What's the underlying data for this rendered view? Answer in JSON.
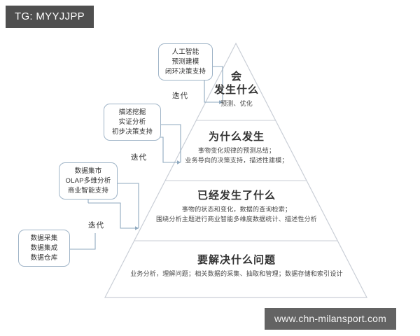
{
  "badge": {
    "label": "TG: MYYJJPP"
  },
  "watermark": {
    "label": "www.chn-milansport.com"
  },
  "pyramid": {
    "tiers": [
      {
        "id": "tier-1",
        "title": "会\n发生什么",
        "subtitle": "预测、优化"
      },
      {
        "id": "tier-2",
        "title": "为什么发生",
        "subtitle": "事物变化规律的预测总结；\n业务导向的决策支持，描述性建模；"
      },
      {
        "id": "tier-3",
        "title": "已经发生了什么",
        "subtitle": "事物的状态和变化，数据的查询检索；\n围绕分析主题进行商业智能多维度数据统计、描述性分析"
      },
      {
        "id": "tier-4",
        "title": "要解决什么问题",
        "subtitle": "业务分析，理解问题；相关数据的采集、抽取和管理；数据存储和索引设计"
      }
    ]
  },
  "callouts": [
    {
      "id": "callout-1",
      "text": "人工智能\n预测建模\n闭环决策支持"
    },
    {
      "id": "callout-2",
      "text": "描述挖掘\n实证分析\n初步决策支持"
    },
    {
      "id": "callout-3",
      "text": "数据集市\nOLAP多维分析\n商业智能支持"
    },
    {
      "id": "callout-4",
      "text": "数据采集\n数据集成\n数据仓库"
    }
  ],
  "iterations": [
    {
      "id": "iter-1",
      "label": "迭代"
    },
    {
      "id": "iter-2",
      "label": "迭代"
    },
    {
      "id": "iter-3",
      "label": "迭代"
    }
  ],
  "colors": {
    "pyramid_stroke": "#c9ced6",
    "callout_stroke": "#9fb4c7",
    "connector": "#8fa9bf",
    "badge_bg": "#4f4f4f",
    "watermark_bg": "#636363",
    "title_text": "#333333"
  }
}
